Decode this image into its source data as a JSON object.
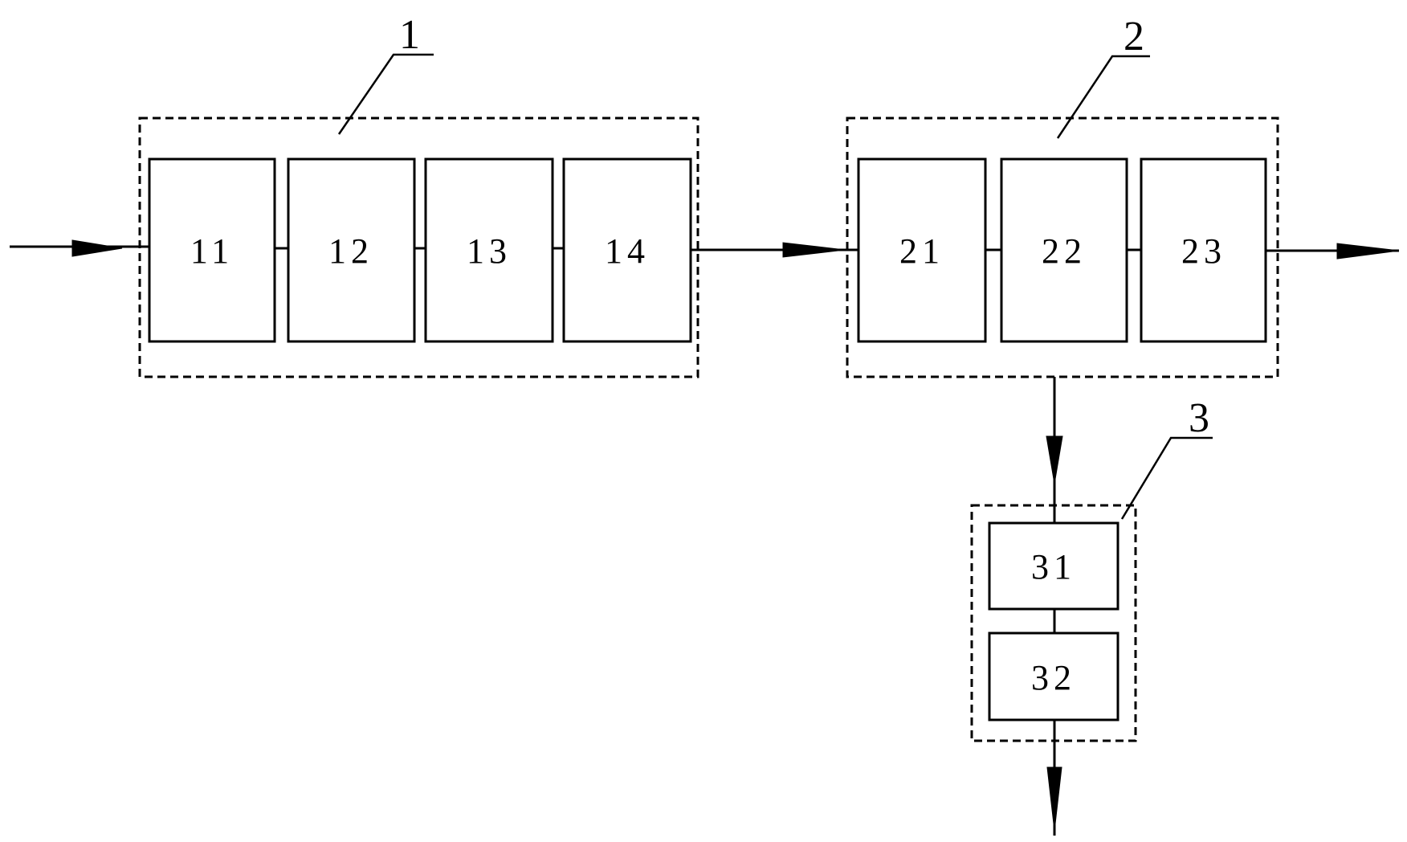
{
  "groups": [
    {
      "id": "1",
      "label": "1"
    },
    {
      "id": "2",
      "label": "2"
    },
    {
      "id": "3",
      "label": "3"
    }
  ],
  "blocks": [
    {
      "id": "11",
      "label": "11",
      "group": "1"
    },
    {
      "id": "12",
      "label": "12",
      "group": "1"
    },
    {
      "id": "13",
      "label": "13",
      "group": "1"
    },
    {
      "id": "14",
      "label": "14",
      "group": "1"
    },
    {
      "id": "21",
      "label": "21",
      "group": "2"
    },
    {
      "id": "22",
      "label": "22",
      "group": "2"
    },
    {
      "id": "23",
      "label": "23",
      "group": "2"
    },
    {
      "id": "31",
      "label": "31",
      "group": "3"
    },
    {
      "id": "32",
      "label": "32",
      "group": "3"
    }
  ],
  "flows": [
    {
      "from": "input",
      "to": "11"
    },
    {
      "from": "11",
      "to": "12"
    },
    {
      "from": "12",
      "to": "13"
    },
    {
      "from": "13",
      "to": "14"
    },
    {
      "from": "14",
      "to": "21"
    },
    {
      "from": "21",
      "to": "22"
    },
    {
      "from": "22",
      "to": "23"
    },
    {
      "from": "23",
      "to": "output"
    },
    {
      "from": "2",
      "to": "31"
    },
    {
      "from": "31",
      "to": "32"
    },
    {
      "from": "32",
      "to": "output"
    }
  ]
}
